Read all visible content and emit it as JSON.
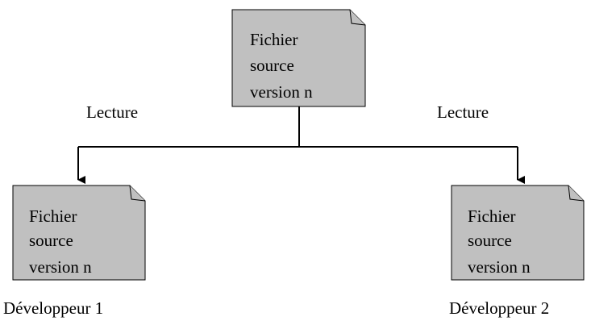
{
  "documents": {
    "top": {
      "lines": [
        "Fichier",
        "source",
        "version n"
      ]
    },
    "left": {
      "lines": [
        "Fichier",
        "source",
        "version n"
      ]
    },
    "right": {
      "lines": [
        "Fichier",
        "source",
        "version n"
      ]
    }
  },
  "edges": {
    "left_label": "Lecture",
    "right_label": "Lecture"
  },
  "actors": {
    "left": "Développeur 1",
    "right": "Développeur 2"
  },
  "colors": {
    "document_fill": "#c0c0c0",
    "stroke": "#000000"
  }
}
